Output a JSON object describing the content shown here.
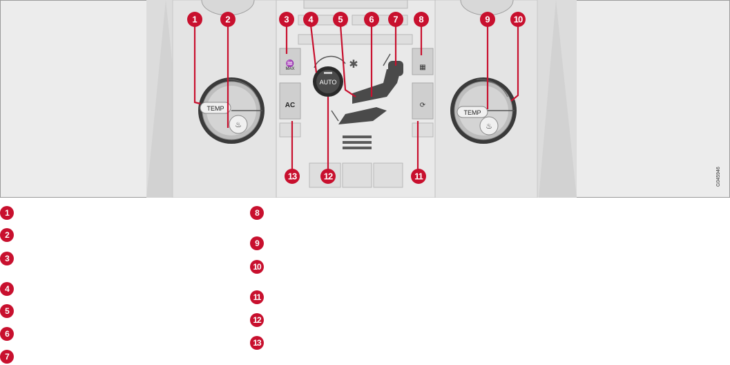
{
  "figure": {
    "ref_code": "G045946",
    "panel_labels": {
      "temp_left": "TEMP",
      "temp_right": "TEMP",
      "auto": "AUTO",
      "ac": "AC",
      "max": "MAX"
    },
    "colors": {
      "callout": "#c8102e",
      "panel_bg": "#e6e6e6",
      "knob": "#2a2a2a"
    }
  },
  "callouts": [
    "1",
    "2",
    "3",
    "4",
    "5",
    "6",
    "7",
    "8",
    "9",
    "10",
    "11",
    "12",
    "13"
  ],
  "legend": [
    "1",
    "2",
    "3",
    "4",
    "5",
    "6",
    "7",
    "8",
    "9",
    "10",
    "11",
    "12",
    "13"
  ]
}
